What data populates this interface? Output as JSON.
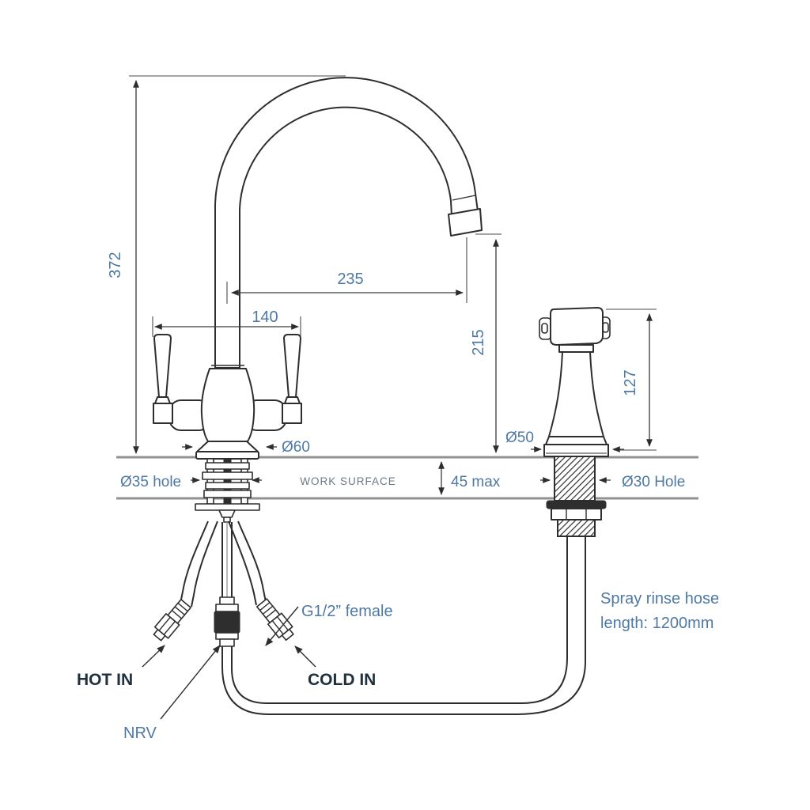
{
  "drawing": {
    "dimensions": {
      "overall_height": "372",
      "spout_reach": "235",
      "handle_span": "140",
      "spout_height": "215",
      "spray_height": "127",
      "base_diameter": "Ø60",
      "deck_hole": "Ø35 hole",
      "spray_base_diameter": "Ø50",
      "spray_hole": "Ø30 Hole",
      "counter_thickness": "45 max"
    },
    "labels": {
      "work_surface": "WORK SURFACE",
      "hot_in": "HOT IN",
      "cold_in": "COLD IN",
      "nrv": "NRV",
      "thread": "G1/2” female",
      "spray_hose_line1": "Spray rinse hose",
      "spray_hose_line2": "length: 1200mm"
    },
    "colors": {
      "line": "#2e2e2e",
      "dimension_text": "#4e79a4",
      "surface_line": "#919191",
      "bold_label": "#20303e"
    }
  }
}
